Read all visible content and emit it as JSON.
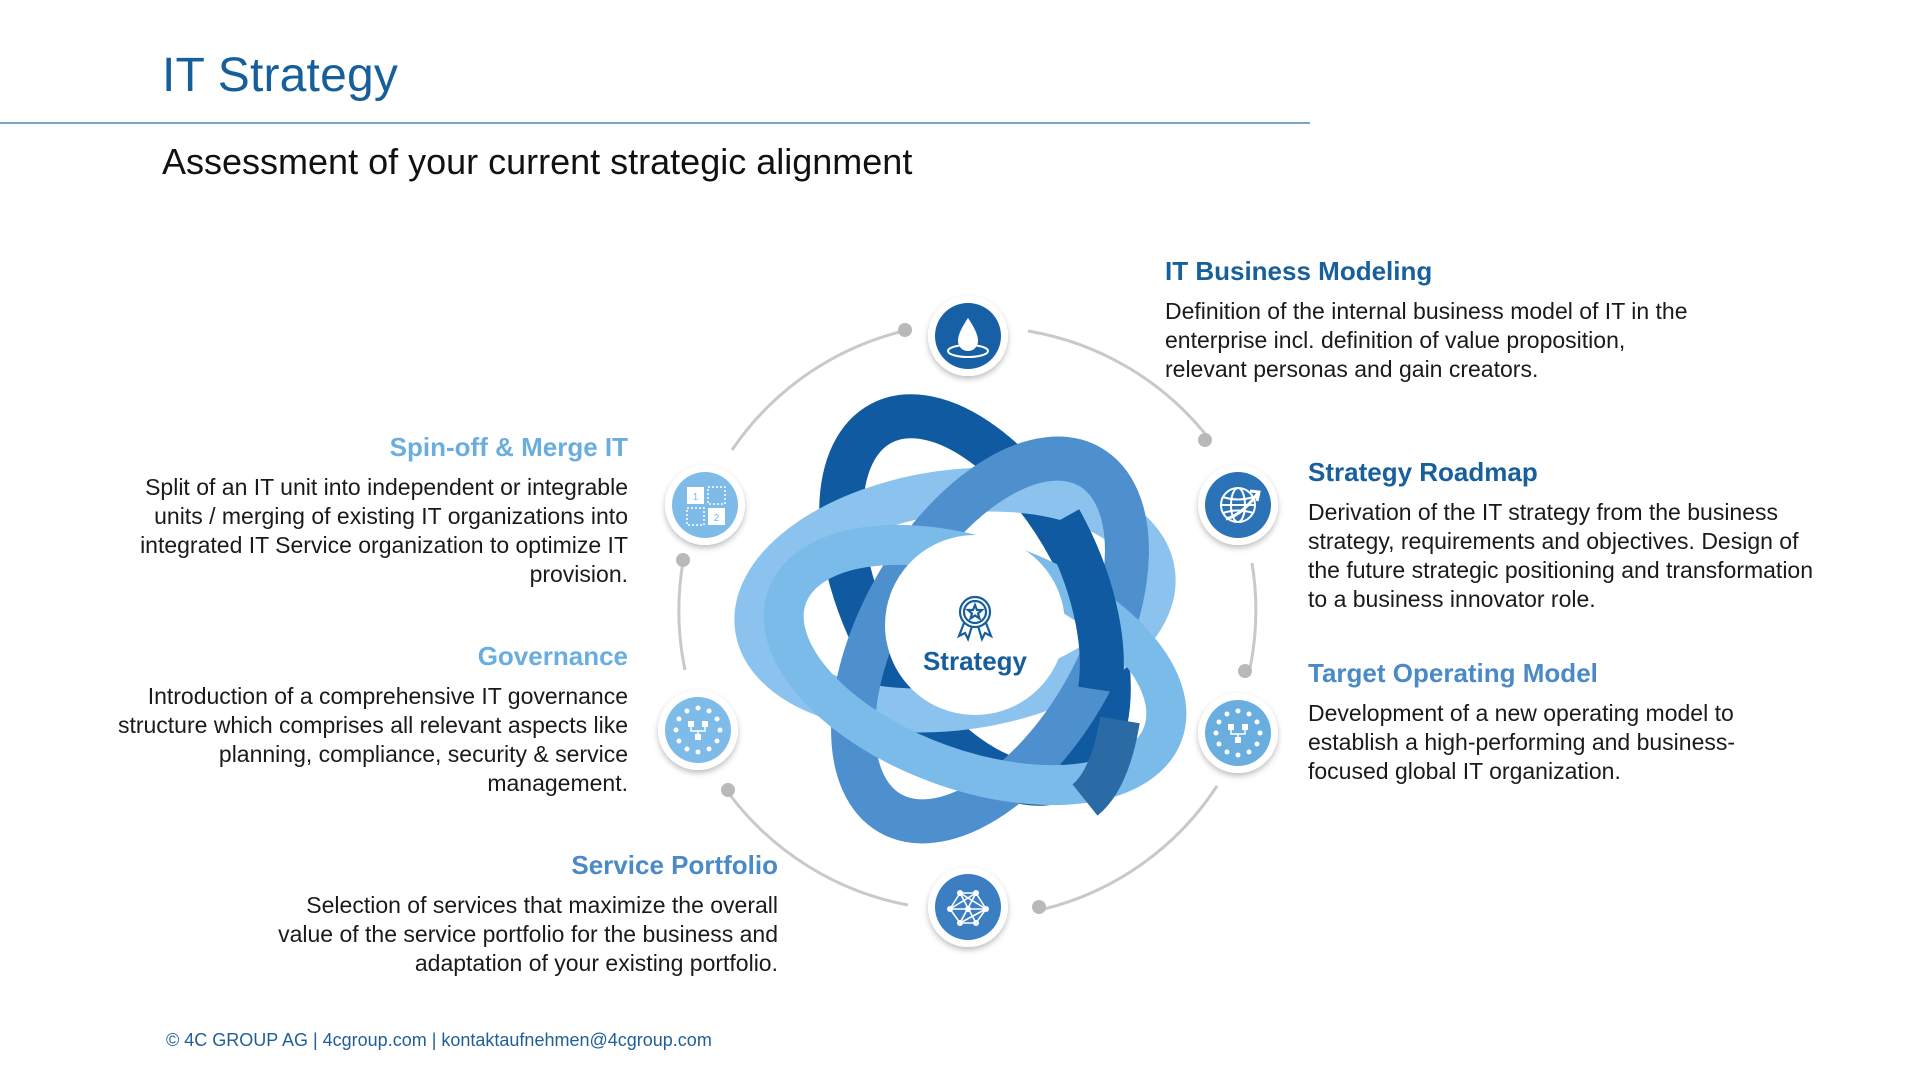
{
  "header": {
    "title": "IT Strategy",
    "subtitle": "Assessment of your current strategic alignment"
  },
  "center": {
    "label": "Strategy",
    "icon": "award-star-icon"
  },
  "colors": {
    "primary": "#175f9b",
    "light": "#6aaee0",
    "mid": "#4a8ac7",
    "ring_dark": "#0f5aa0",
    "ring_mid": "#4e8fce",
    "ring_light": "#8cc3ee"
  },
  "blocks": {
    "business_modeling": {
      "title": "IT Business Modeling",
      "text": "Definition of the internal business model of IT in the enterprise incl. definition of value proposition, relevant personas and gain creators.",
      "icon": "water-drop-icon"
    },
    "strategy_roadmap": {
      "title": "Strategy Roadmap",
      "text": "Derivation of the IT strategy from the business strategy, requirements and objectives. Design of the future strategic positioning and transformation to a business innovator role.",
      "icon": "globe-arrow-icon"
    },
    "target_operating_model": {
      "title": "Target Operating Model",
      "text": "Development of a new operating model to establish a high-performing and business-focused global IT organization.",
      "icon": "network-circle-icon"
    },
    "service_portfolio": {
      "title": "Service Portfolio",
      "text": "Selection of services that maximize the overall value of the service portfolio for the business and adaptation of your existing portfolio.",
      "icon": "mesh-network-icon"
    },
    "governance": {
      "title": "Governance",
      "text": "Introduction of a comprehensive IT governance structure which comprises all relevant aspects like planning, compliance, security & service management.",
      "icon": "org-circle-icon"
    },
    "spin_off": {
      "title": "Spin-off & Merge IT",
      "text": "Split of an IT unit into independent or integrable units / merging of existing IT organizations into integrated IT Service organization to optimize IT provision.",
      "icon": "split-blocks-icon"
    }
  },
  "footer": {
    "text": "© 4C GROUP AG  |  4cgroup.com  |  kontaktaufnehmen@4cgroup.com"
  }
}
